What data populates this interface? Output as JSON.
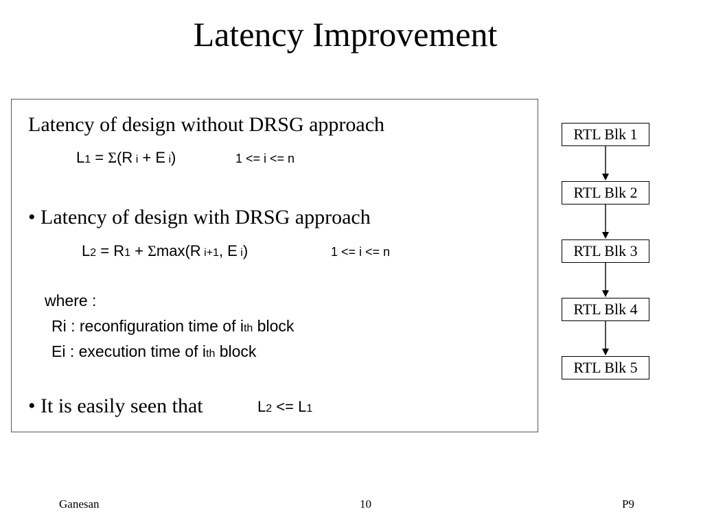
{
  "title": "Latency Improvement",
  "content": {
    "line1": "Latency of design without DRSG approach",
    "f1": {
      "l": "L",
      "l_sub": "1",
      "eq": " = ",
      "sigma": "Σ",
      "paren_open": "(R",
      "r_sub": " i",
      "plus": " + E",
      "e_sub": " i",
      "paren_close": ")",
      "cond": "1 <=  i <= n"
    },
    "line2": "• Latency of design with DRSG approach",
    "f2": {
      "l": "L",
      "l_sub": "2",
      "eq": " = R",
      "r1_sub": "1",
      "plus": " + ",
      "sigma": "Σ",
      "max": "max(R",
      "r_sub": " i+1",
      "comma": ", E",
      "e_sub": " i",
      "paren_close": ")",
      "cond": "1 <= i <= n"
    },
    "where": "where :",
    "ri": {
      "pre": "Ri : reconfiguration time of i",
      "sub": "th",
      "post": " block"
    },
    "ei": {
      "pre": "Ei : execution time of i",
      "sub": "th",
      "post": " block"
    },
    "line3": "• It is easily seen that",
    "f3": {
      "l2": "L",
      "l2_sub": "2",
      "op": " <= L",
      "l1_sub": "1"
    }
  },
  "blocks": [
    "RTL Blk 1",
    "RTL Blk 2",
    "RTL Blk 3",
    "RTL Blk 4",
    "RTL Blk 5"
  ],
  "footer": {
    "left": "Ganesan",
    "center": "10",
    "right": "P9"
  }
}
